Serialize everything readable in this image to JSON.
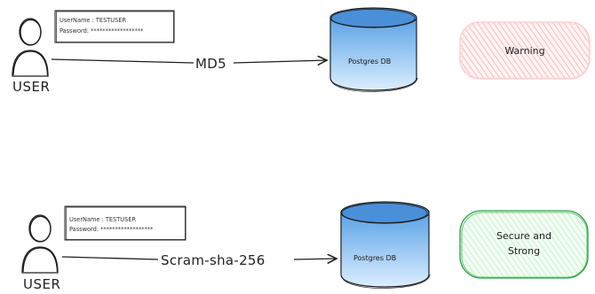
{
  "rows": [
    {
      "user_label": "USER",
      "credentials": {
        "username_line": "UserName : TESTUSER",
        "password_line": "Password: ******************"
      },
      "arrow_label": "MD5",
      "db_label": "Postgres DB",
      "badge": {
        "text_lines": [
          "Warning"
        ],
        "color": "#e03131",
        "fill": "#ffc9c9"
      }
    },
    {
      "user_label": "USER",
      "credentials": {
        "username_line": "UserName : TESTUSER",
        "password_line": "Password: ******************"
      },
      "arrow_label": "Scram-sha-256",
      "db_label": "Postgres DB",
      "badge": {
        "text_lines": [
          "Secure and",
          "Strong"
        ],
        "color": "#2f9e44",
        "fill": "#b2f2bb"
      }
    }
  ],
  "colors": {
    "db_top": "#1971c2",
    "db_fill": "#a5d8ff",
    "stroke": "#1e1e1e"
  }
}
